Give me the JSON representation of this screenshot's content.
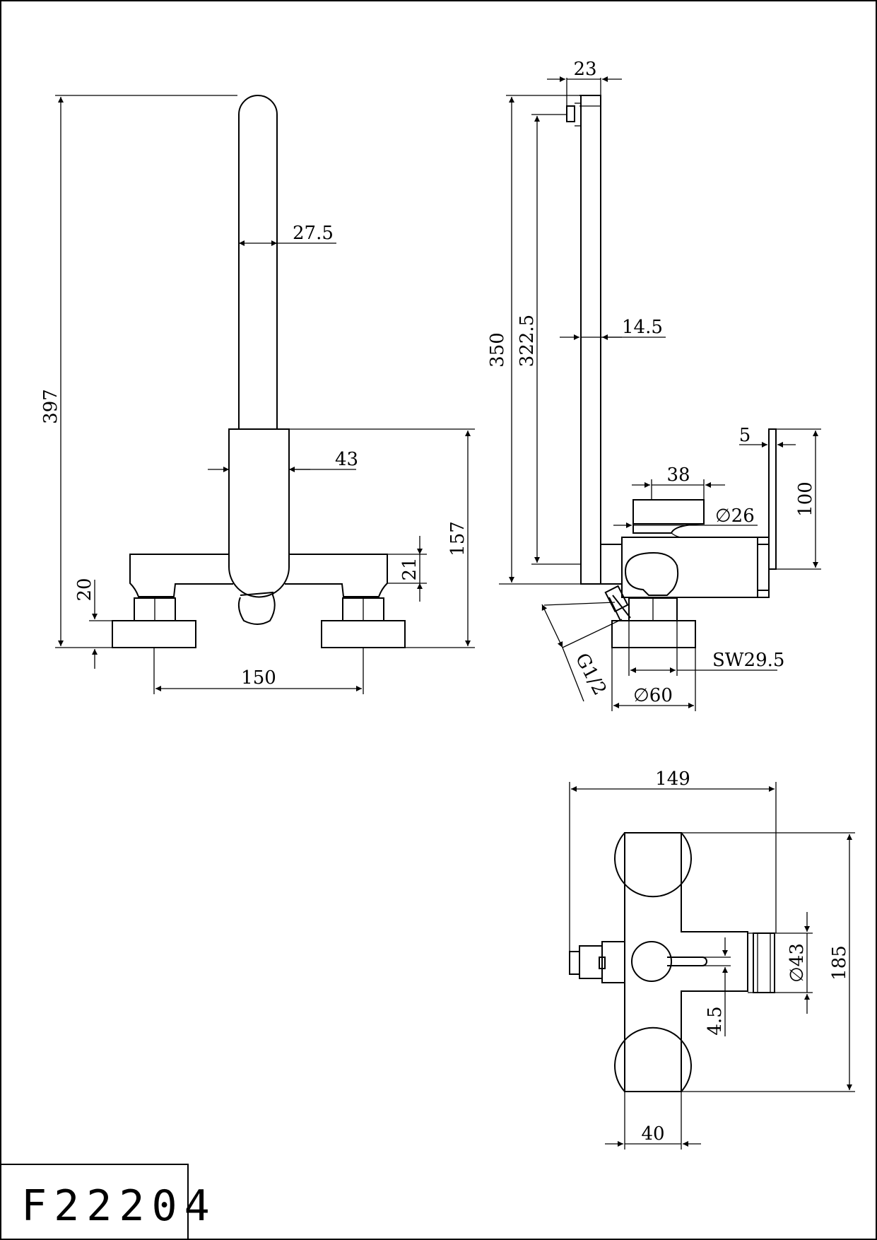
{
  "product_code": "F22204",
  "front_view": {
    "dims": {
      "overall_height": "397",
      "spout_tube_width": "27.5",
      "body_width": "43",
      "body_height": "157",
      "arm_height": "21",
      "flange_height": "20",
      "inlet_spacing": "150"
    }
  },
  "side_view": {
    "dims": {
      "top_width": "23",
      "total_height": "350",
      "tube_height": "322.5",
      "tube_width": "14.5",
      "plate_thickness": "5",
      "plate_height": "100",
      "handle_length": "38",
      "handle_diameter": "∅26",
      "thread": "G1/2",
      "nut_size": "SW29.5",
      "flange_diameter": "∅60"
    }
  },
  "top_view": {
    "dims": {
      "overall_width": "149",
      "overall_depth": "185",
      "outlet_diameter": "∅43",
      "slot_width": "4.5",
      "body_width": "40"
    }
  }
}
